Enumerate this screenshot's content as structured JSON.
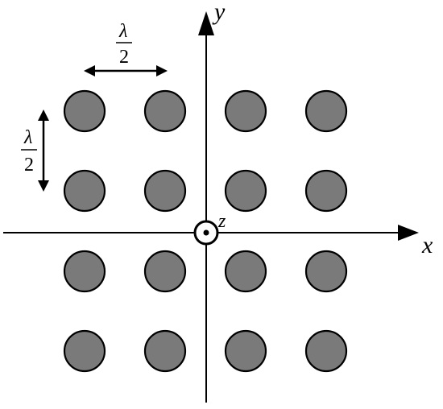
{
  "axes": {
    "x_label": "x",
    "y_label": "y",
    "z_label": "z"
  },
  "spacing": {
    "horizontal": {
      "numerator": "λ",
      "denominator": "2"
    },
    "vertical": {
      "numerator": "λ",
      "denominator": "2"
    }
  },
  "array": {
    "rows": 4,
    "columns": 4,
    "element_color": "#7a7a7a"
  }
}
